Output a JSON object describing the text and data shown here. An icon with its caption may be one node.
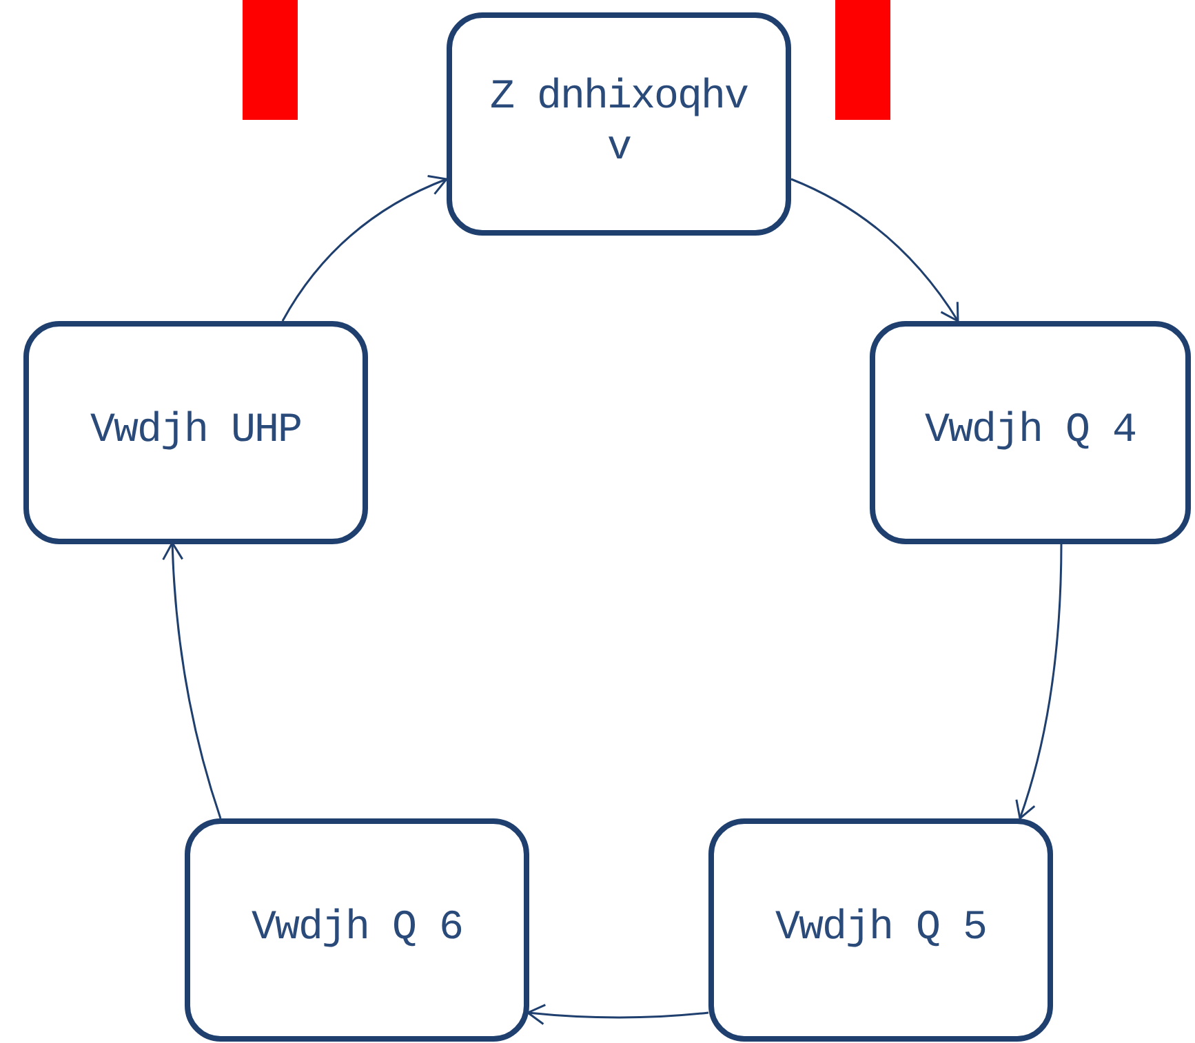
{
  "diagram": {
    "nodes": [
      {
        "text": [
          "Z dnhixoqhv v"
        ]
      },
      {
        "text": [
          "Vwdjh Q 4"
        ]
      },
      {
        "text": [
          "Vwdjh Q 5"
        ]
      },
      {
        "text": [
          "Vwdjh Q 6"
        ]
      },
      {
        "text": [
          "Vwdjh UHP"
        ]
      },
      {
        "text": [],
        "shape": "bar"
      },
      {
        "text": [],
        "shape": "bar"
      }
    ],
    "edges": [
      {
        "from": 0,
        "to": 1,
        "arrow": "to"
      },
      {
        "from": 1,
        "to": 2,
        "arrow": "to"
      },
      {
        "from": 2,
        "to": 3,
        "arrow": "to"
      },
      {
        "from": 3,
        "to": 4,
        "arrow": "to"
      },
      {
        "from": 4,
        "to": 0,
        "arrow": "to"
      }
    ]
  }
}
